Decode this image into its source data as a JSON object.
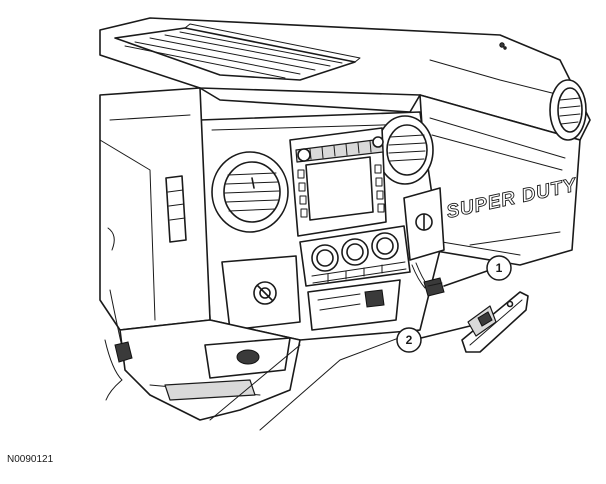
{
  "emblem": {
    "text": "SUPER DUTY"
  },
  "callouts": [
    {
      "number": "1",
      "target": "connector"
    },
    {
      "number": "2",
      "target": "bracket"
    }
  ],
  "figure": {
    "id": "N0090121"
  }
}
